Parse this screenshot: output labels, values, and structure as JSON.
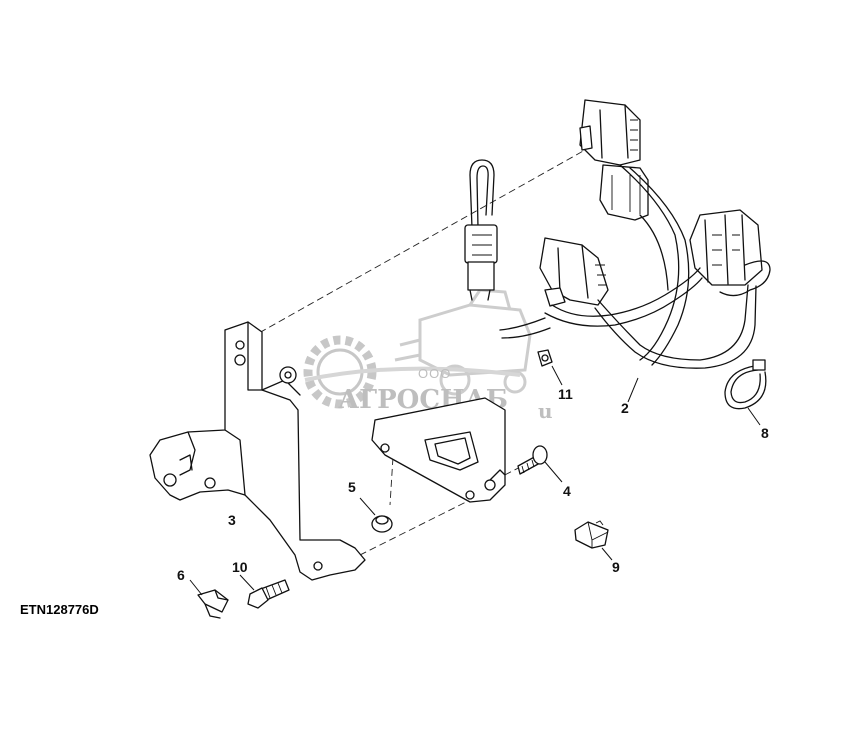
{
  "figure_id": "ETN128776D",
  "watermark": {
    "brand": "АГРОСНАБ",
    "prefix": "ООО",
    "suffix": "u"
  },
  "callouts": [
    {
      "id": "c2",
      "label": "2"
    },
    {
      "id": "c3",
      "label": "3"
    },
    {
      "id": "c4",
      "label": "4"
    },
    {
      "id": "c5",
      "label": "5"
    },
    {
      "id": "c6",
      "label": "6"
    },
    {
      "id": "c8",
      "label": "8"
    },
    {
      "id": "c9",
      "label": "9"
    },
    {
      "id": "c10",
      "label": "10"
    },
    {
      "id": "c11",
      "label": "11"
    }
  ]
}
